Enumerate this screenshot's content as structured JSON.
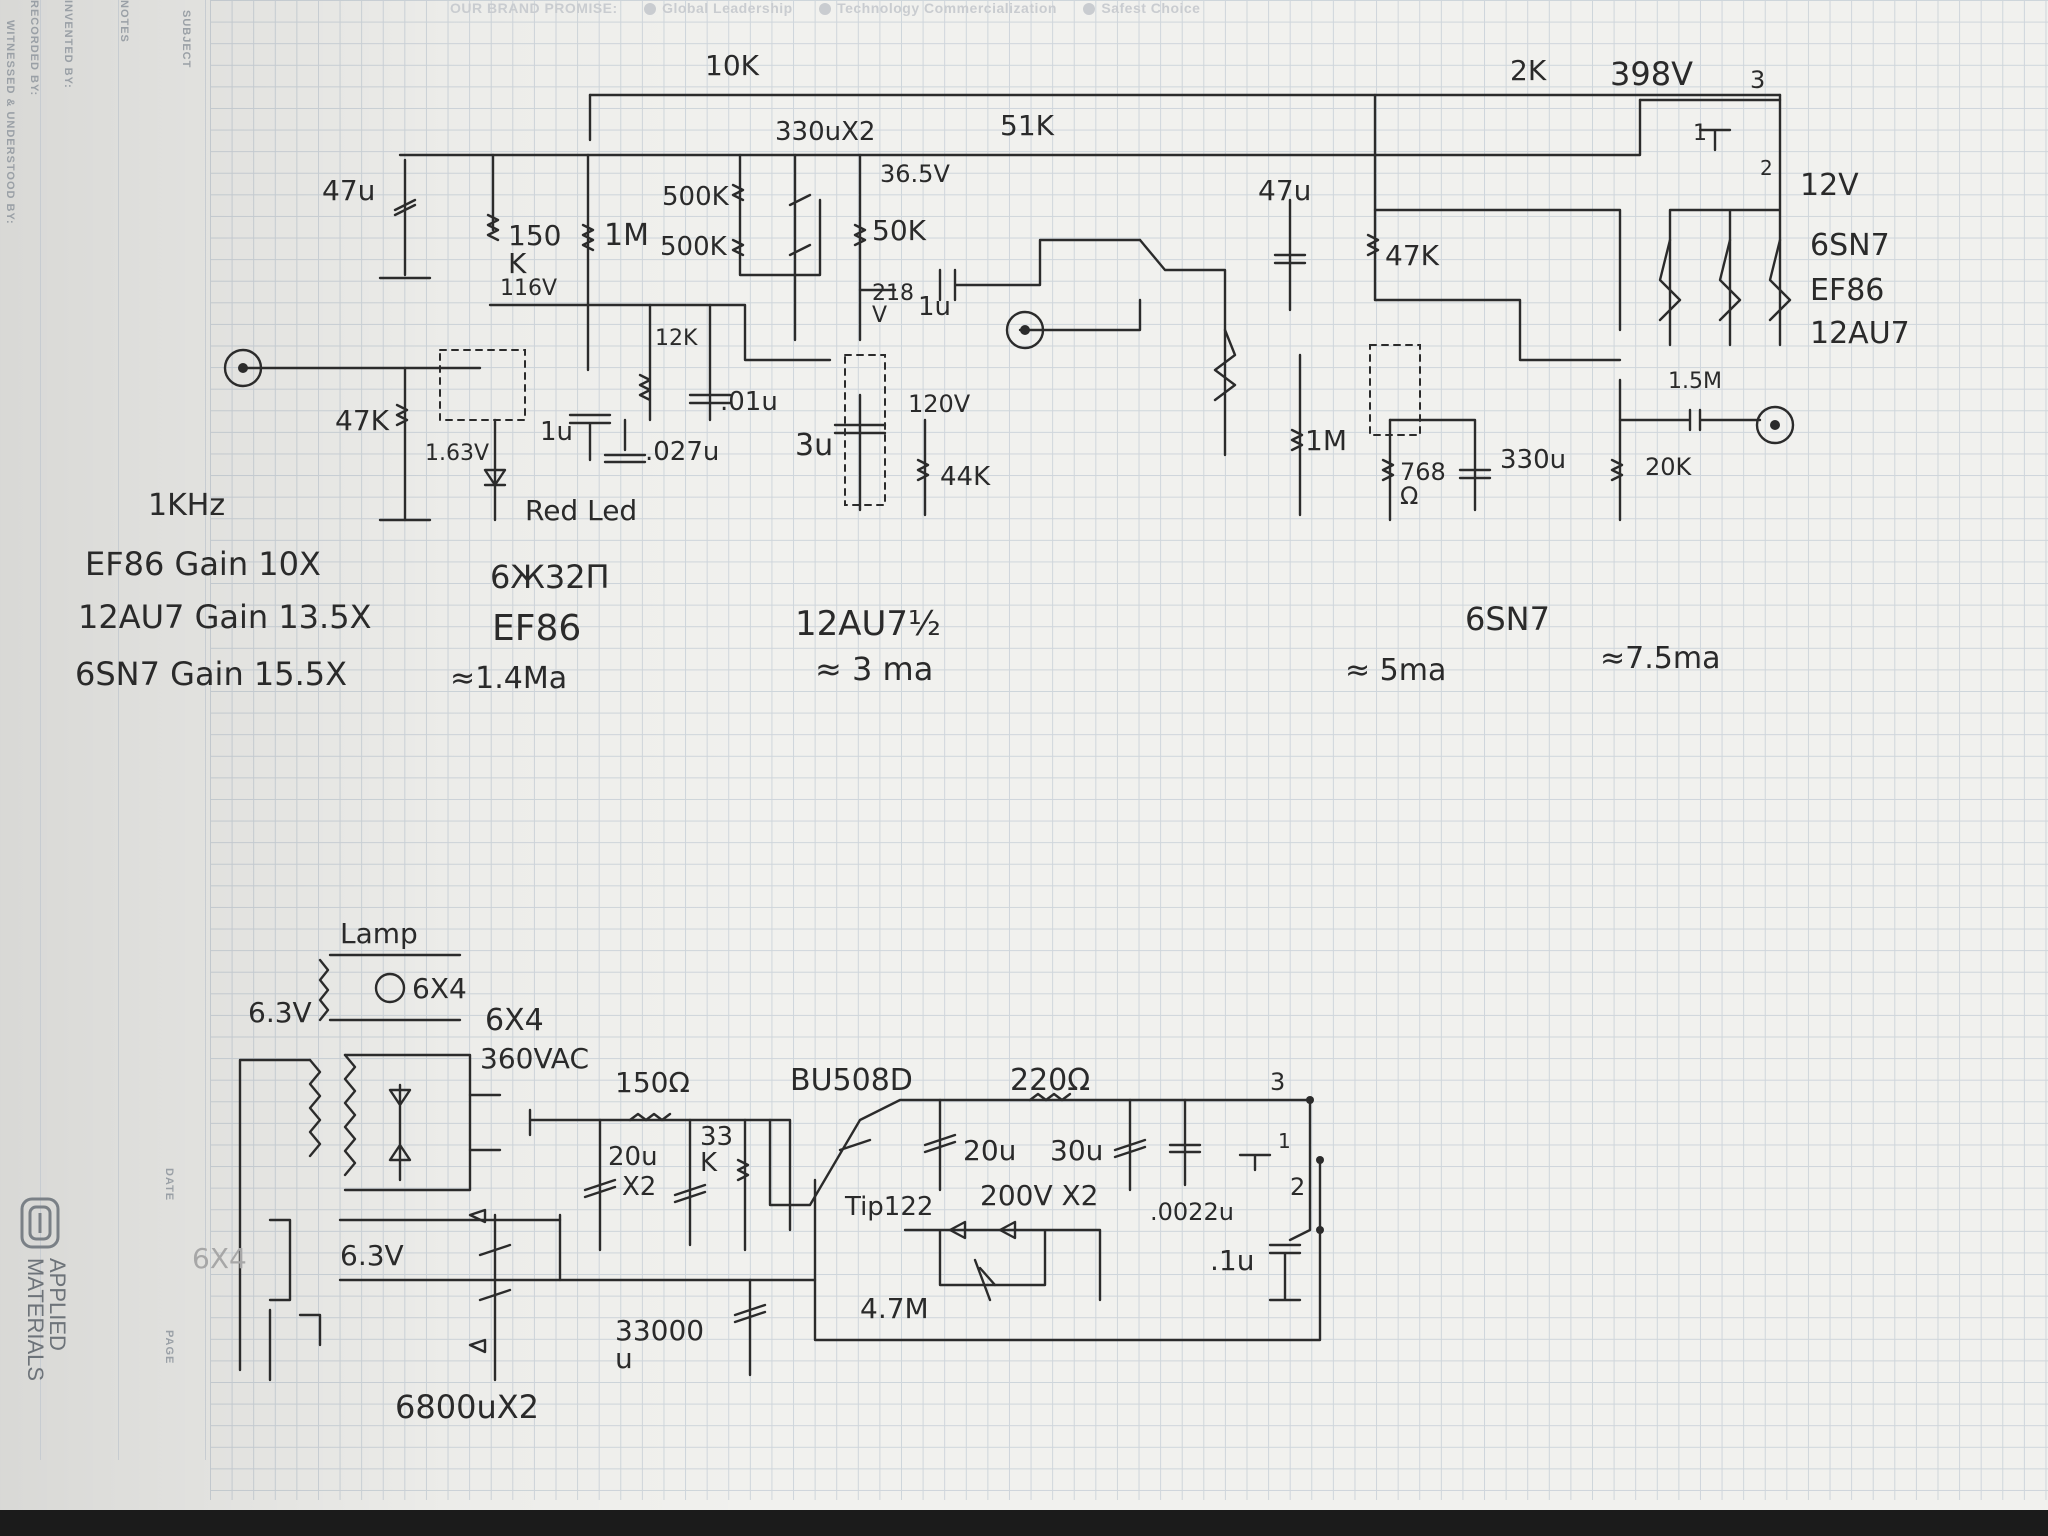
{
  "notebook": {
    "brand_promise": "OUR BRAND PROMISE:",
    "pillars": [
      "Global Leadership",
      "Technology Commercialization",
      "Safest Choice"
    ],
    "side_labels": [
      "INVENTED BY:",
      "RECORDED BY:",
      "WITNESSED & UNDERSTOOD BY:",
      "NOTES",
      "SUBJECT",
      "DATE",
      "PAGE"
    ],
    "logo_text": "APPLIED\nMATERIALS"
  },
  "preamp": {
    "resistors": [
      "10K",
      "2K",
      "51K",
      "150\nK",
      "1M",
      "500K",
      "500K",
      "50K",
      "47K",
      "47K",
      "12K",
      "1M",
      "20K",
      "1.5M",
      "44K",
      "768\nΩ"
    ],
    "capacitors": [
      "47u",
      "330uX2",
      "47u",
      "1u",
      "1u",
      ".01u",
      ".027u",
      "3u",
      "330u"
    ],
    "voltages": [
      "398V",
      "36.5V",
      "12V",
      "116V",
      "218\nV",
      "1.63V",
      "120V"
    ],
    "tube_list": [
      "6SN7",
      "EF86",
      "12AU7"
    ],
    "switch_positions": [
      "1",
      "2",
      "3"
    ],
    "labels": {
      "source": "1KHz",
      "led": "Red Led",
      "ef86_heading": "6Ж32П",
      "ef86": "EF86",
      "ef86_current": "≈1.4Ma",
      "au7": "12AU7½",
      "au7_current": "≈ 3 ma",
      "sn7": "6SN7",
      "sn7_current_a": "≈ 5ma",
      "sn7_current_b": "≈7.5ma"
    },
    "gains": [
      "EF86 Gain 10X",
      "12AU7 Gain 13.5X",
      "6SN7 Gain 15.5X"
    ]
  },
  "psu": {
    "labels": {
      "lamp": "Lamp",
      "lamp_v": "6.3V",
      "lamp_x4": "6X4",
      "rect": "6X4",
      "ac": "360VAC",
      "r150": "150Ω",
      "transistor": "BU508D",
      "r220": "220Ω",
      "c20a": "20u",
      "x2": "X2",
      "r33k": "33\nK",
      "c20b": "20u",
      "c30": "30u",
      "tip": "Tip122",
      "v200": "200V X2",
      "c0022": ".0022u",
      "c01": ".1u",
      "r47": "4.7M",
      "heater": "6.3V",
      "c33000": "33000\nu",
      "c6800": "6800uX2",
      "node3": "3",
      "node2": "2",
      "node1": "1",
      "faded": "6X4"
    }
  }
}
